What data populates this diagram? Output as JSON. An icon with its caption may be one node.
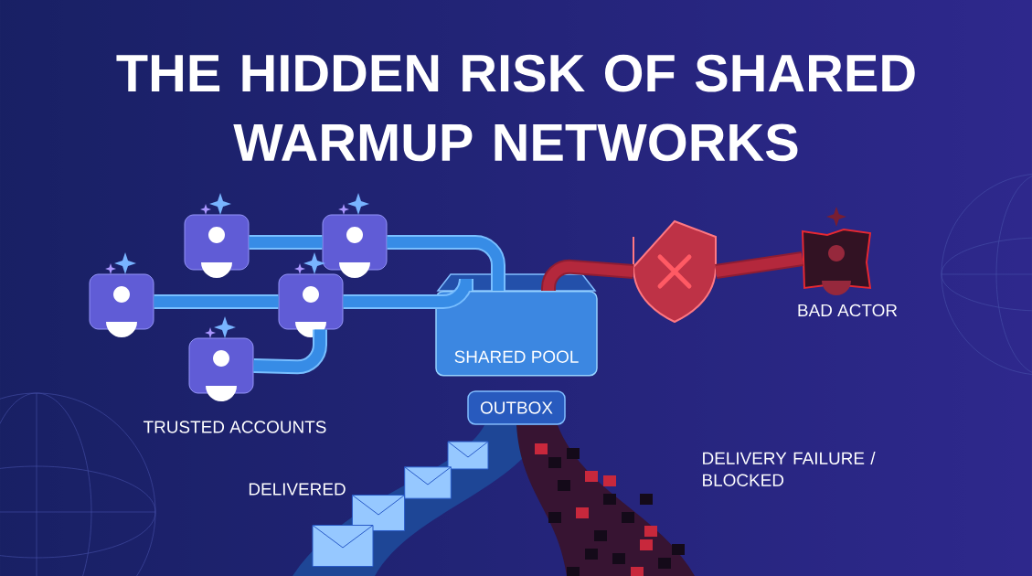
{
  "diagram": {
    "title": "THE HIDDEN RISK OF SHARED WARMUP NETWORKS",
    "nodes": [
      {
        "text": [],
        "shape": "picture"
      },
      {
        "text": [],
        "shape": "picture"
      },
      {
        "text": [],
        "shape": "picture"
      },
      {
        "text": [],
        "shape": "picture"
      },
      {
        "text": [],
        "shape": "picture"
      },
      {
        "text": [
          "SHARED POOL"
        ]
      },
      {
        "text": [
          "OUTBOX"
        ]
      },
      {
        "text": [],
        "shape": "picture"
      },
      {
        "text": [],
        "shape": "picture",
        "beside": [
          "BAD ACTOR"
        ]
      }
    ],
    "edges": [
      {
        "from": 0,
        "to": 1,
        "arrow": "none"
      },
      {
        "from": 1,
        "to": 5,
        "arrow": "none"
      },
      {
        "from": 2,
        "to": 3,
        "arrow": "none"
      },
      {
        "from": 3,
        "to": 5,
        "arrow": "none"
      },
      {
        "from": 4,
        "to": 3,
        "arrow": "none"
      },
      {
        "from": 8,
        "to": 7,
        "arrow": "none",
        "color": "#8e1d33"
      },
      {
        "from": 7,
        "to": 5,
        "arrow": "none",
        "color": "#8e1d33"
      }
    ],
    "labels": [
      "TRUSTED ACCOUNTS",
      "DELIVERED",
      "DELIVERY FAILURE / BLOCKED"
    ]
  }
}
